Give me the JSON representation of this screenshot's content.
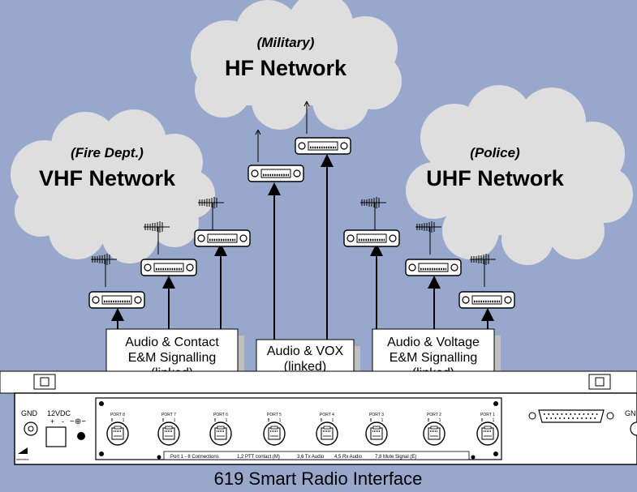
{
  "networks": {
    "hf": {
      "subtitle": "(Military)",
      "title": "HF Network"
    },
    "vhf": {
      "subtitle": "(Fire Dept.)",
      "title": "VHF Network"
    },
    "uhf": {
      "subtitle": "(Police)",
      "title": "UHF Network"
    }
  },
  "link_labels": {
    "left": [
      "Audio & Contact",
      "E&M Signalling",
      "(linked)"
    ],
    "middle": [
      "Audio & VOX",
      "(linked)"
    ],
    "right": [
      "Audio & Voltage",
      "E&M Signalling",
      "(linked)"
    ]
  },
  "panel": {
    "gnd_left": "GND",
    "power_label": "12VDC",
    "power_plus": "+",
    "power_minus": "-",
    "polarity_symbol": "−⊕−",
    "gnd_right": "GN",
    "brand": "sriinetics",
    "ports": [
      {
        "label": "PORT 8",
        "pin_hi": "8",
        "pin_lo": "1"
      },
      {
        "label": "PORT 7",
        "pin_hi": "8",
        "pin_lo": "1"
      },
      {
        "label": "PORT 6",
        "pin_hi": "8",
        "pin_lo": "1"
      },
      {
        "label": "PORT 5",
        "pin_hi": "8",
        "pin_lo": "1"
      },
      {
        "label": "PORT 4",
        "pin_hi": "8",
        "pin_lo": "1"
      },
      {
        "label": "PORT 3",
        "pin_hi": "8",
        "pin_lo": "1"
      },
      {
        "label": "PORT 2",
        "pin_hi": "8",
        "pin_lo": "1"
      },
      {
        "label": "PORT 1",
        "pin_hi": "8",
        "pin_lo": "1"
      }
    ],
    "legend": [
      "Port 1 - 8 Connections",
      "1,2 PTT contact (M)",
      "3,6 Tx Audio",
      "4,5 Rx Audio",
      "7,8 Mute Signal (E)"
    ]
  },
  "caption": "619 Smart Radio Interface",
  "colors": {
    "background": "#98a8cc",
    "cloud": "#dedede",
    "panel": "#ffffff",
    "line": "#000000"
  }
}
